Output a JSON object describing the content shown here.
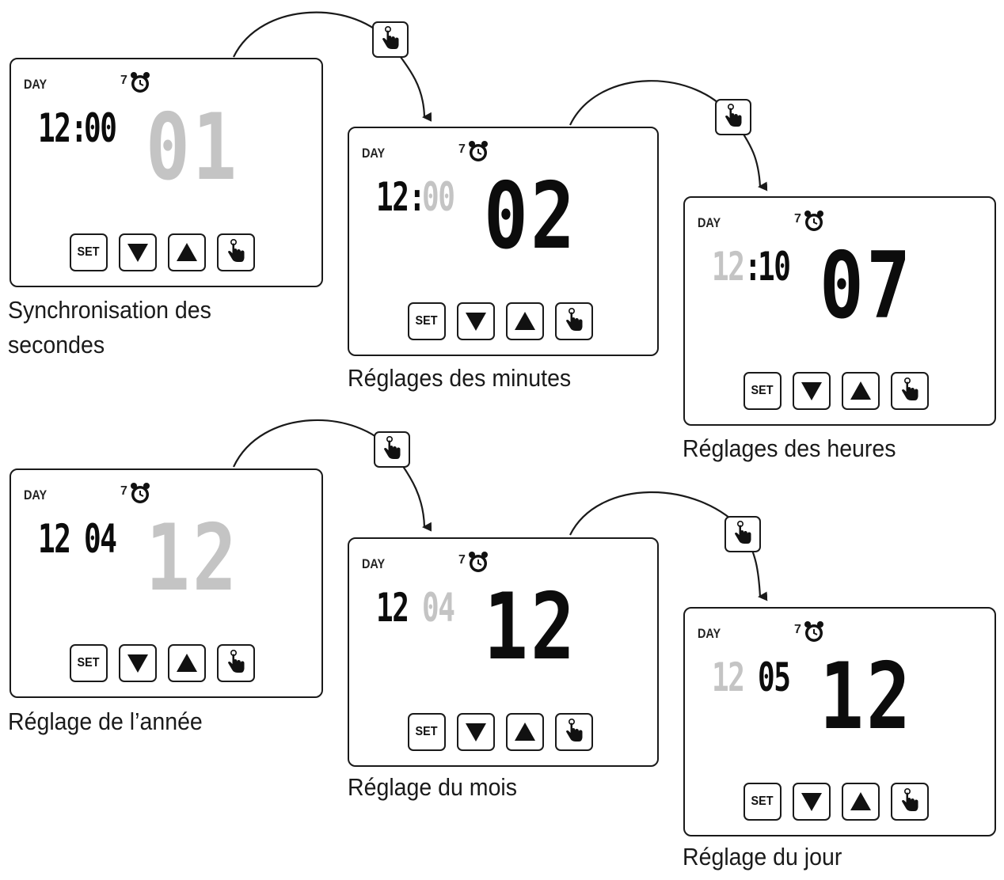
{
  "labels": {
    "day": "DAY",
    "alarm_number": "7",
    "set": "SET"
  },
  "screens": [
    {
      "id": "sec",
      "left": "12",
      "sep": ":",
      "right": "00",
      "big": "01",
      "left_dim": false,
      "right_dim": false,
      "big_dim": true,
      "caption": "Synchronisation des secondes"
    },
    {
      "id": "min",
      "left": "12",
      "sep": ":",
      "right": "00",
      "big": "02",
      "left_dim": false,
      "right_dim": true,
      "big_dim": false,
      "caption": "Réglages des minutes"
    },
    {
      "id": "hour",
      "left": "12",
      "sep": ":",
      "right": "10",
      "big": "07",
      "left_dim": true,
      "right_dim": false,
      "big_dim": false,
      "caption": "Réglages des heures"
    },
    {
      "id": "year",
      "left": "12",
      "sep": " ",
      "right": "04",
      "big": "12",
      "left_dim": false,
      "right_dim": false,
      "big_dim": true,
      "caption": "Réglage de l’année"
    },
    {
      "id": "month",
      "left": "12",
      "sep": " ",
      "right": "04",
      "big": "12",
      "left_dim": false,
      "right_dim": true,
      "big_dim": false,
      "caption": "Réglage du mois"
    },
    {
      "id": "day",
      "left": "12",
      "sep": " ",
      "right": "05",
      "big": "12",
      "left_dim": true,
      "right_dim": false,
      "big_dim": false,
      "caption": "Réglage du jour"
    }
  ],
  "colors": {
    "lcd_on": "#0c0c0c",
    "lcd_dim": "#c4c4c4",
    "outline": "#1a1a1a"
  },
  "icons": {
    "down_button": "down-triangle-icon",
    "up_button": "up-triangle-icon",
    "touch_button": "touch-hand-icon",
    "alarm": "alarm-clock-icon"
  }
}
